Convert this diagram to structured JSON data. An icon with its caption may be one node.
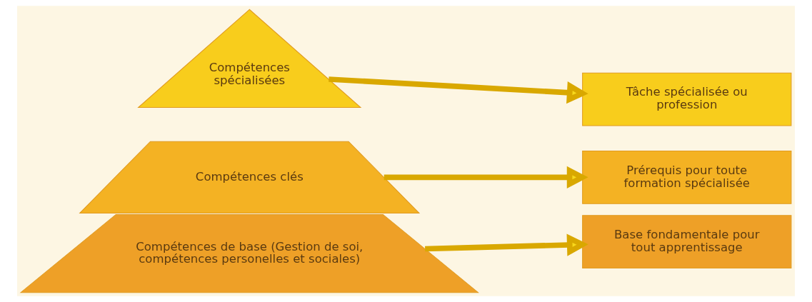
{
  "diagram": {
    "nodes": [
      {
        "text": [
          "Compétences spécialisées"
        ]
      },
      {
        "text": [
          "Compétences clés"
        ]
      },
      {
        "text": [
          "Compétences de base (Gestion de soi, compétences personelles et sociales)"
        ]
      },
      {
        "text": [
          "Tâche spécialisée ou profession"
        ]
      },
      {
        "text": [
          "Prérequis pour toute formation spécialisée"
        ]
      },
      {
        "text": [
          "Base fondamentale pour tout apprentissage"
        ]
      }
    ],
    "edges": [
      {
        "from": 0,
        "to": 3,
        "arrow": "to"
      },
      {
        "from": 1,
        "to": 4,
        "arrow": "to"
      },
      {
        "from": 2,
        "to": 5,
        "arrow": "to"
      }
    ]
  }
}
